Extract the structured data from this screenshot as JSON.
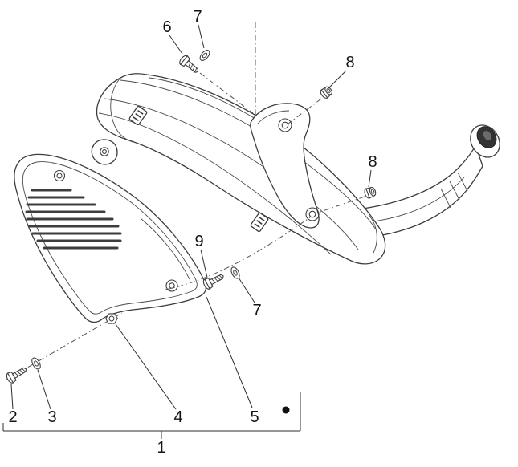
{
  "figure": {
    "bg_color": "#ffffff",
    "ink_color": "#3d3d3d",
    "label_color": "#141414",
    "callouts": {
      "n1": "1",
      "n2": "2",
      "n3": "3",
      "n4": "4",
      "n5": "5",
      "n6": "6",
      "n7_top": "7",
      "n7_mid": "7",
      "n8_top": "8",
      "n8_right": "8",
      "n9": "9"
    }
  }
}
